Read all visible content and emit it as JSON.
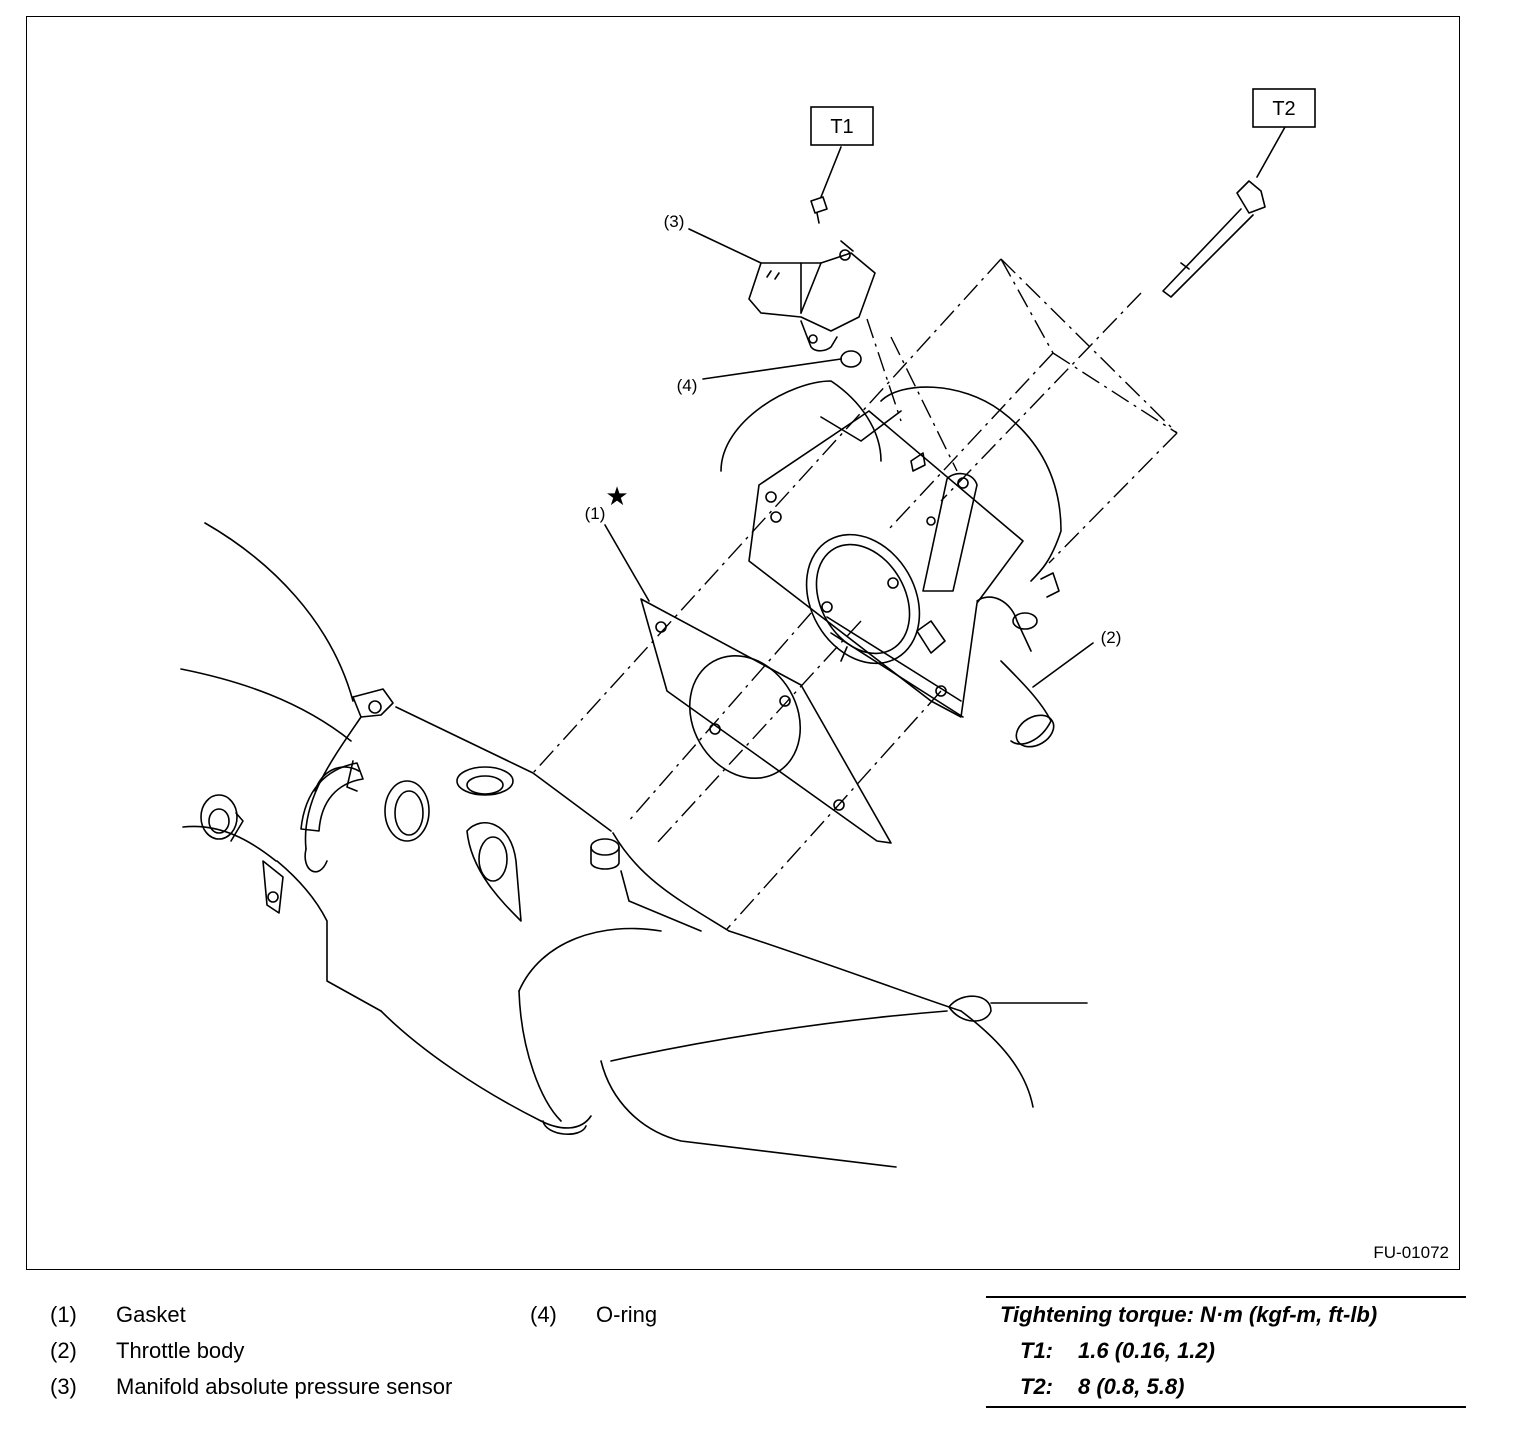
{
  "figure": {
    "id_label": "FU-01072",
    "callouts": {
      "c1": "(1)",
      "c2": "(2)",
      "c3": "(3)",
      "c4": "(4)",
      "t1": "T1",
      "t2": "T2",
      "star": "★"
    }
  },
  "legend": {
    "items": [
      {
        "num": "(1)",
        "text": "Gasket"
      },
      {
        "num": "(2)",
        "text": "Throttle body"
      },
      {
        "num": "(3)",
        "text": "Manifold absolute pressure sensor"
      },
      {
        "num": "(4)",
        "text": "O-ring"
      }
    ]
  },
  "torque": {
    "title": "Tightening torque: N·m (kgf-m, ft-lb)",
    "rows": [
      {
        "key": "T1:",
        "value": "1.6 (0.16, 1.2)"
      },
      {
        "key": "T2:",
        "value": "8 (0.8, 5.8)"
      }
    ]
  }
}
